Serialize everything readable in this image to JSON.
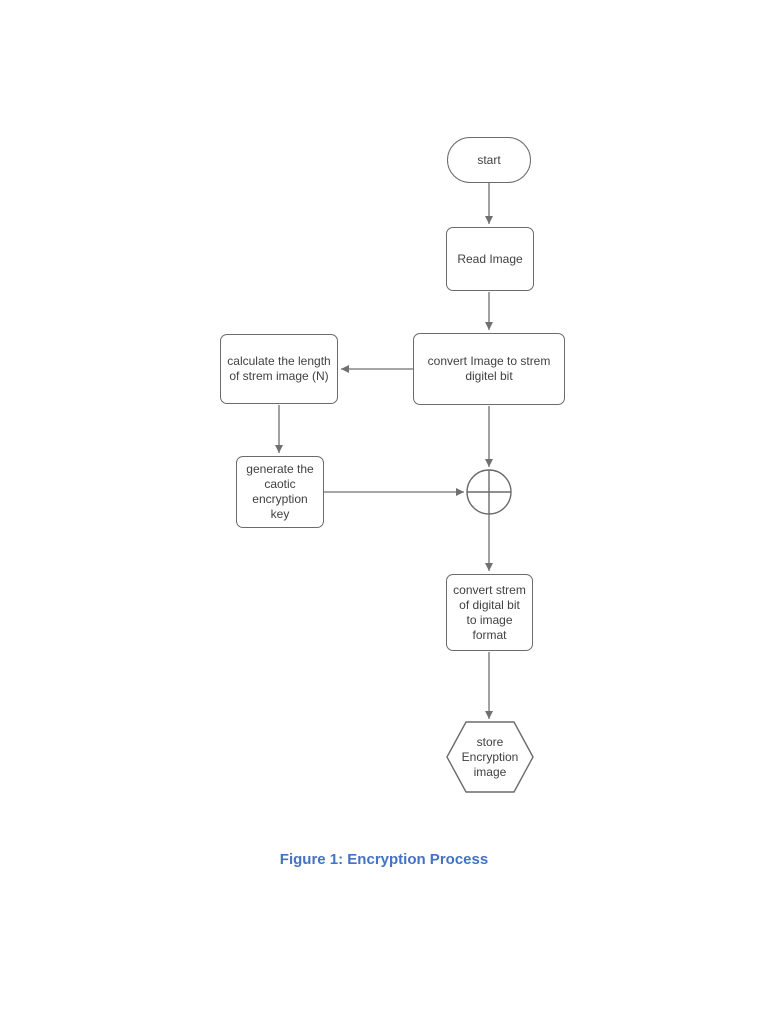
{
  "page": {
    "background": "#ffffff"
  },
  "diagram": {
    "style": {
      "shape_border_color": "#6b6b6b",
      "shape_fill_color": "#ffffff",
      "text_color": "#414141",
      "connector_color": "#707070"
    },
    "nodes": {
      "start": {
        "type": "terminator",
        "label": "start"
      },
      "read_image": {
        "type": "process",
        "label": "Read Image"
      },
      "convert_to_stream": {
        "type": "process",
        "label": "convert Image to strem\ndigitel bit"
      },
      "calculate_length": {
        "type": "process",
        "label": "calculate the length\nof strem image (N)"
      },
      "generate_key": {
        "type": "process",
        "label": "generate the\ncaotic\nencryption\nkey"
      },
      "xor_junction": {
        "type": "xor",
        "label": ""
      },
      "convert_to_image": {
        "type": "process",
        "label": "convert strem\nof digital bit\nto image\nformat"
      },
      "store_image": {
        "type": "hexagon",
        "label": "store\nEncryption\nimage"
      }
    },
    "edges": [
      {
        "from": "start",
        "to": "read_image"
      },
      {
        "from": "read_image",
        "to": "convert_to_stream"
      },
      {
        "from": "convert_to_stream",
        "to": "calculate_length"
      },
      {
        "from": "calculate_length",
        "to": "generate_key"
      },
      {
        "from": "generate_key",
        "to": "xor_junction"
      },
      {
        "from": "convert_to_stream",
        "to": "xor_junction"
      },
      {
        "from": "xor_junction",
        "to": "convert_to_image"
      },
      {
        "from": "convert_to_image",
        "to": "store_image"
      }
    ]
  },
  "caption": {
    "text": "Figure 1: Encryption Process",
    "color": "#4472C4"
  }
}
